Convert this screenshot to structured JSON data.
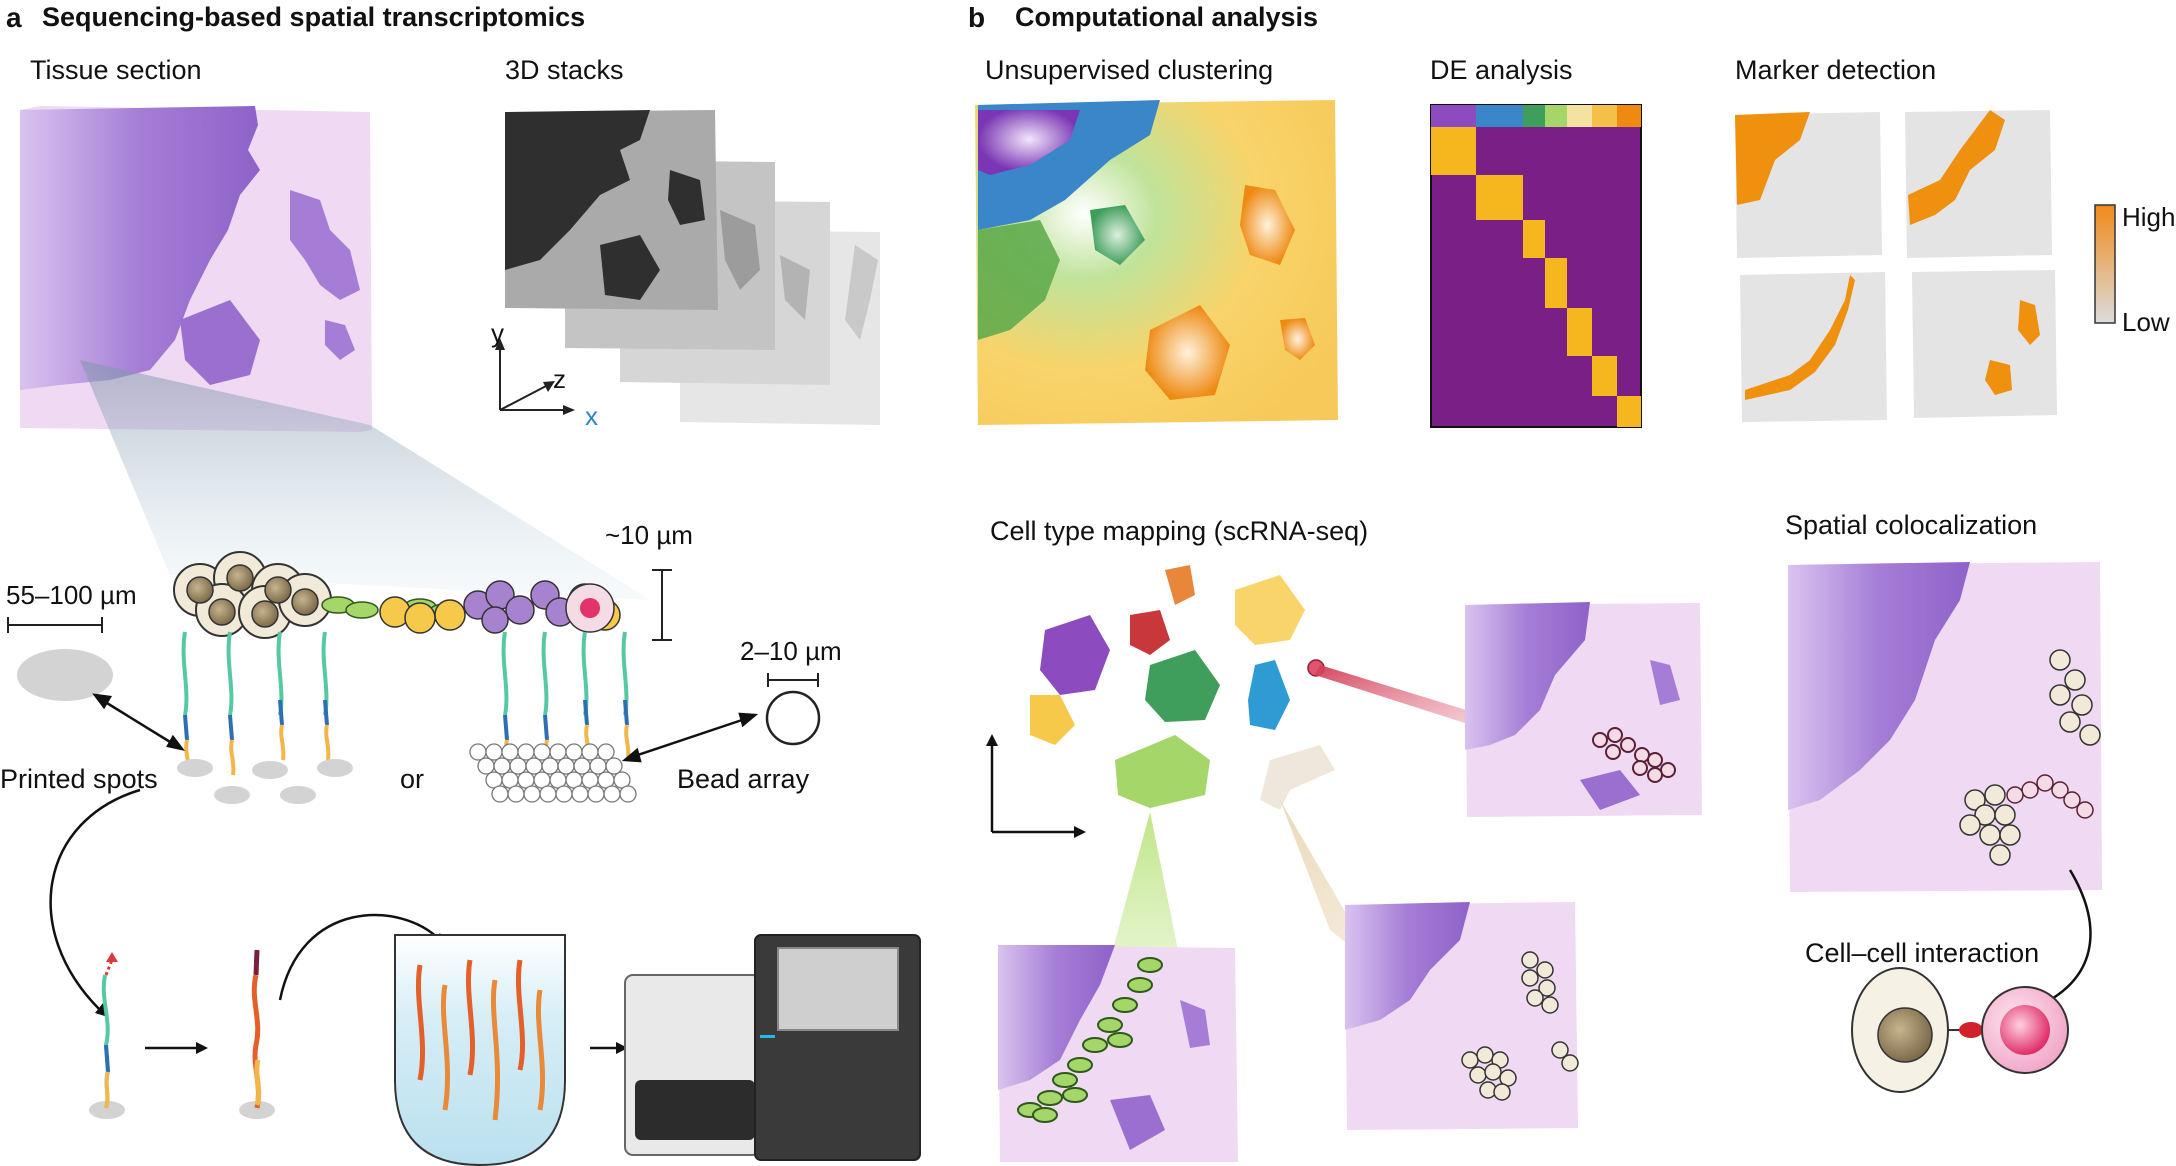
{
  "panel_a": {
    "letter": "a",
    "title": "Sequencing-based spatial transcriptomics",
    "tissue_section": "Tissue section",
    "stacks": "3D stacks",
    "axis_y": "y",
    "axis_z": "z",
    "axis_x": "x",
    "spot_size": "55–100 µm",
    "cell_size": "~10 µm",
    "bead_size": "2–10 µm",
    "printed_spots": "Printed spots",
    "or": "or",
    "bead_array": "Bead array"
  },
  "panel_b": {
    "letter": "b",
    "title": "Computational analysis",
    "clustering": "Unsupervised clustering",
    "de": "DE analysis",
    "marker": "Marker detection",
    "high": "High",
    "low": "Low",
    "celltype_mapping": "Cell type mapping (scRNA-seq)",
    "colocalization": "Spatial colocalization",
    "cell_interaction": "Cell–cell interaction"
  },
  "colors": {
    "tissue_light": "#efd9f3",
    "tissue_dark": "#9b6fd0",
    "de_purple": "#7a1f86",
    "de_block": "#f6b71e",
    "marker_orange": "#f0900f",
    "cluster_yellow": "#f8d46a",
    "cluster_green": "#8ccc3a",
    "cluster_blue": "#3a86c8",
    "cluster_purple": "#8d4bc0"
  }
}
